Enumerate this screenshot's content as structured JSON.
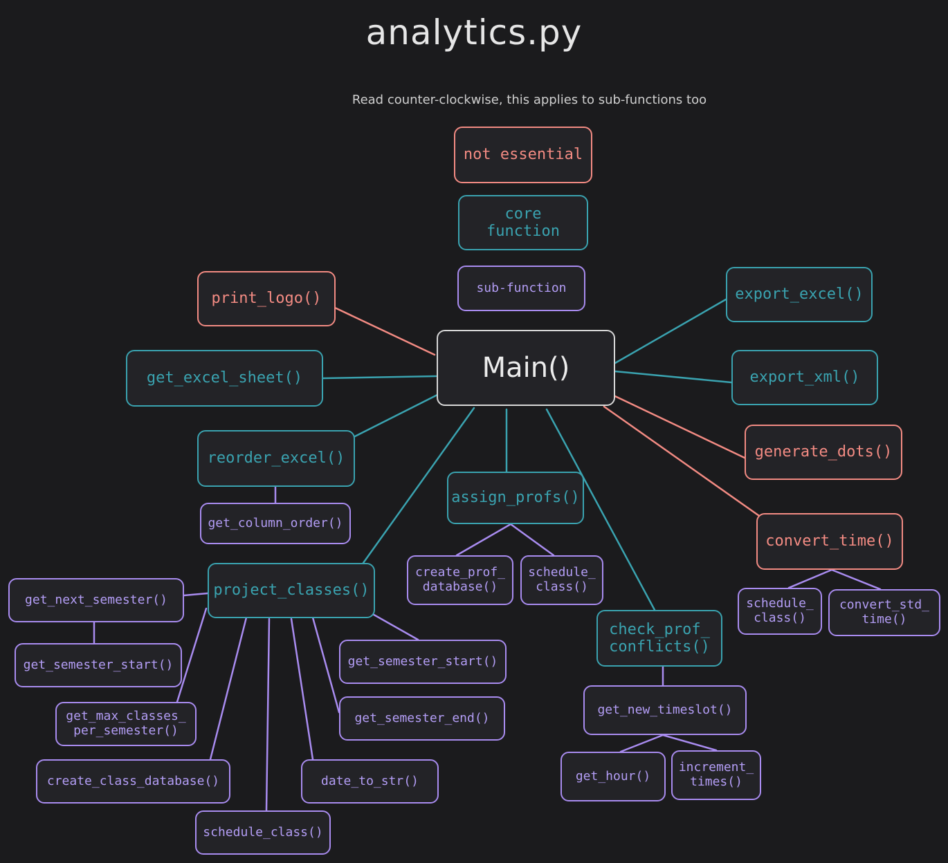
{
  "title": "analytics.py",
  "subtitle": "Read counter-clockwise, this applies to sub-functions too",
  "colors": {
    "core": "#3aa3b0",
    "non_essential": "#f38b83",
    "sub": "#a98cf0",
    "main": "#d8d8d8",
    "background": "#1b1b1d"
  },
  "legend": {
    "not_essential": "not essential",
    "core_function": "core function",
    "sub_function": "sub-function"
  },
  "nodes": {
    "main": "Main()",
    "print_logo": "print_logo()",
    "get_excel_sheet": "get_excel_sheet()",
    "reorder_excel": "reorder_excel()",
    "get_column_order": "get_column_order()",
    "project_classes": "project_classes()",
    "get_next_semester": "get_next_semester()",
    "get_semester_start_left": "get_semester_start()",
    "get_max_classes": "get_max_classes_\nper_semester()",
    "create_class_database": "create_class_database()",
    "schedule_class_bottom": "schedule_class()",
    "date_to_str": "date_to_str()",
    "get_semester_end": "get_semester_end()",
    "get_semester_start_right": "get_semester_start()",
    "assign_profs": "assign_profs()",
    "create_prof_database": "create_prof_\ndatabase()",
    "schedule_class_mid": "schedule_\nclass()",
    "check_prof_conflicts": "check_prof_\nconflicts()",
    "get_new_timeslot": "get_new_timeslot()",
    "get_hour": "get_hour()",
    "increment_times": "increment_\ntimes()",
    "export_excel": "export_excel()",
    "export_xml": "export_xml()",
    "generate_dots": "generate_dots()",
    "convert_time": "convert_time()",
    "schedule_class_right": "schedule_\nclass()",
    "convert_std_time": "convert_std_\ntime()"
  }
}
